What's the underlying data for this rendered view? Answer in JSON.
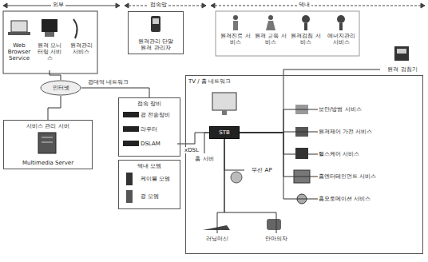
{
  "diagram": {
    "nodes": [
      {
        "text": [
          "Web Browser Service"
        ]
      },
      {
        "text": [
          "원격 모니터링 서비스"
        ]
      },
      {
        "text": [
          "원격관리 서비스"
        ]
      },
      {
        "text": [
          "원격관리 단말",
          "원격 관리자"
        ]
      },
      {
        "text": [
          "원격진료 서비스"
        ]
      },
      {
        "text": [
          "원격 교육 서비스"
        ]
      },
      {
        "text": [
          "원격검침 서비스"
        ]
      },
      {
        "text": [
          "에너지관리 서비스"
        ]
      },
      {
        "text": [
          "인터넷"
        ]
      },
      {
        "text": [
          "서비스 관리 서버",
          "Multimedia Server"
        ]
      },
      {
        "text": [
          "접속 장비"
        ]
      },
      {
        "text": [
          "광 전송장비"
        ],
        "in": 10
      },
      {
        "text": [
          "라우터"
        ],
        "in": 10
      },
      {
        "text": [
          "DSLAM"
        ],
        "in": 10
      },
      {
        "text": [
          "댁내 모뎀"
        ]
      },
      {
        "text": [
          "케이블 모뎀"
        ],
        "in": 14
      },
      {
        "text": [
          "광 모뎀"
        ],
        "in": 14
      },
      {
        "text": [
          "TV / 홈 네트워크"
        ]
      },
      {
        "text": [
          "STB"
        ],
        "in": 17
      },
      {
        "text": [
          "홈 서버"
        ],
        "in": 17
      },
      {
        "text": [
          "무선 AP"
        ],
        "in": 17
      },
      {
        "text": [
          "보안/방범 서비스"
        ],
        "in": 17
      },
      {
        "text": [
          "원격제어 가전 서비스"
        ],
        "in": 17
      },
      {
        "text": [
          "헬스케어 서비스"
        ],
        "in": 17
      },
      {
        "text": [
          "홈엔터테인먼트 서비스"
        ],
        "in": 17
      },
      {
        "text": [
          "홈오토메이션 서비스"
        ],
        "in": 17
      },
      {
        "text": [
          "러닝머신"
        ],
        "in": 17
      },
      {
        "text": [
          "안마의자"
        ],
        "in": 17
      },
      {
        "text": [
          "원격 검침기"
        ]
      }
    ],
    "edges": [
      {
        "from": 1,
        "to": 8,
        "arrow": "none"
      },
      {
        "from": 8,
        "to": 9,
        "arrow": "none"
      },
      {
        "from": 8,
        "to": 10,
        "label": "광대역 네트워크",
        "arrow": "none"
      },
      {
        "from": 13,
        "to": 18,
        "label": "xDSL",
        "arrow": "none"
      },
      {
        "from": 18,
        "to": 28,
        "arrow": "none"
      },
      {
        "from": 18,
        "to": 21,
        "arrow": "none"
      },
      {
        "from": 18,
        "to": 22,
        "arrow": "none"
      },
      {
        "from": 18,
        "to": 23,
        "arrow": "none"
      },
      {
        "from": 18,
        "to": 24,
        "arrow": "none"
      },
      {
        "from": 18,
        "to": 25,
        "arrow": "none"
      },
      {
        "from": 18,
        "to": 19,
        "arrow": "none"
      },
      {
        "from": 18,
        "to": 20,
        "arrow": "none"
      },
      {
        "from": 18,
        "to": 26,
        "arrow": "none"
      },
      {
        "from": 18,
        "to": 27,
        "arrow": "none"
      }
    ],
    "labels": [
      "외부",
      "접속망",
      "댁내"
    ]
  }
}
